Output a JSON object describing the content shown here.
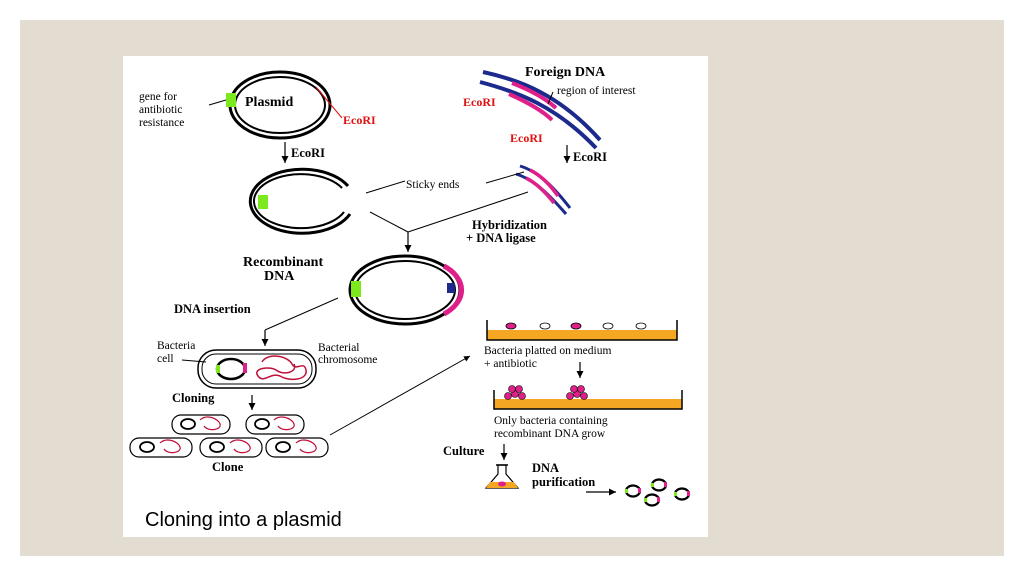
{
  "title": "Cloning into a plasmid",
  "labels": {
    "plasmid": "Plasmid",
    "gene_line1": "gene for",
    "gene_line2": "antibiotic",
    "gene_line3": "resistance",
    "ecori_plasmid": "EcoRI",
    "foreign_dna": "Foreign DNA",
    "region_of_interest": "region of interest",
    "ecori_foreign_top": "EcoRI",
    "ecori_foreign_bottom": "EcoRI",
    "ecori_arrow_left": "EcoRI",
    "ecori_arrow_right": "EcoRI",
    "sticky_ends": "Sticky ends",
    "hybridization": "Hybridization",
    "dna_ligase": "+ DNA ligase",
    "recombinant_line1": "Recombinant",
    "recombinant_line2": "DNA",
    "dna_insertion": "DNA insertion",
    "bacteria_line1": "Bacteria",
    "bacteria_line2": "cell",
    "chromosome_line1": "Bacterial",
    "chromosome_line2": "chromosome",
    "cloning": "Cloning",
    "clone": "Clone",
    "platted_line1": "Bacteria platted on medium",
    "platted_line2": "+ antibiotic",
    "only_line1": "Only bacteria containing",
    "only_line2": "recombinant DNA grow",
    "culture": "Culture",
    "purification_line1": "DNA",
    "purification_line2": "purification"
  },
  "colors": {
    "background": "#e2ddd0",
    "plasmid_gene": "#7ee81e",
    "insert": "#e0208a",
    "foreign_strand": "#1b2a8c",
    "enzyme_text": "#e01010",
    "medium": "#f5a623"
  }
}
